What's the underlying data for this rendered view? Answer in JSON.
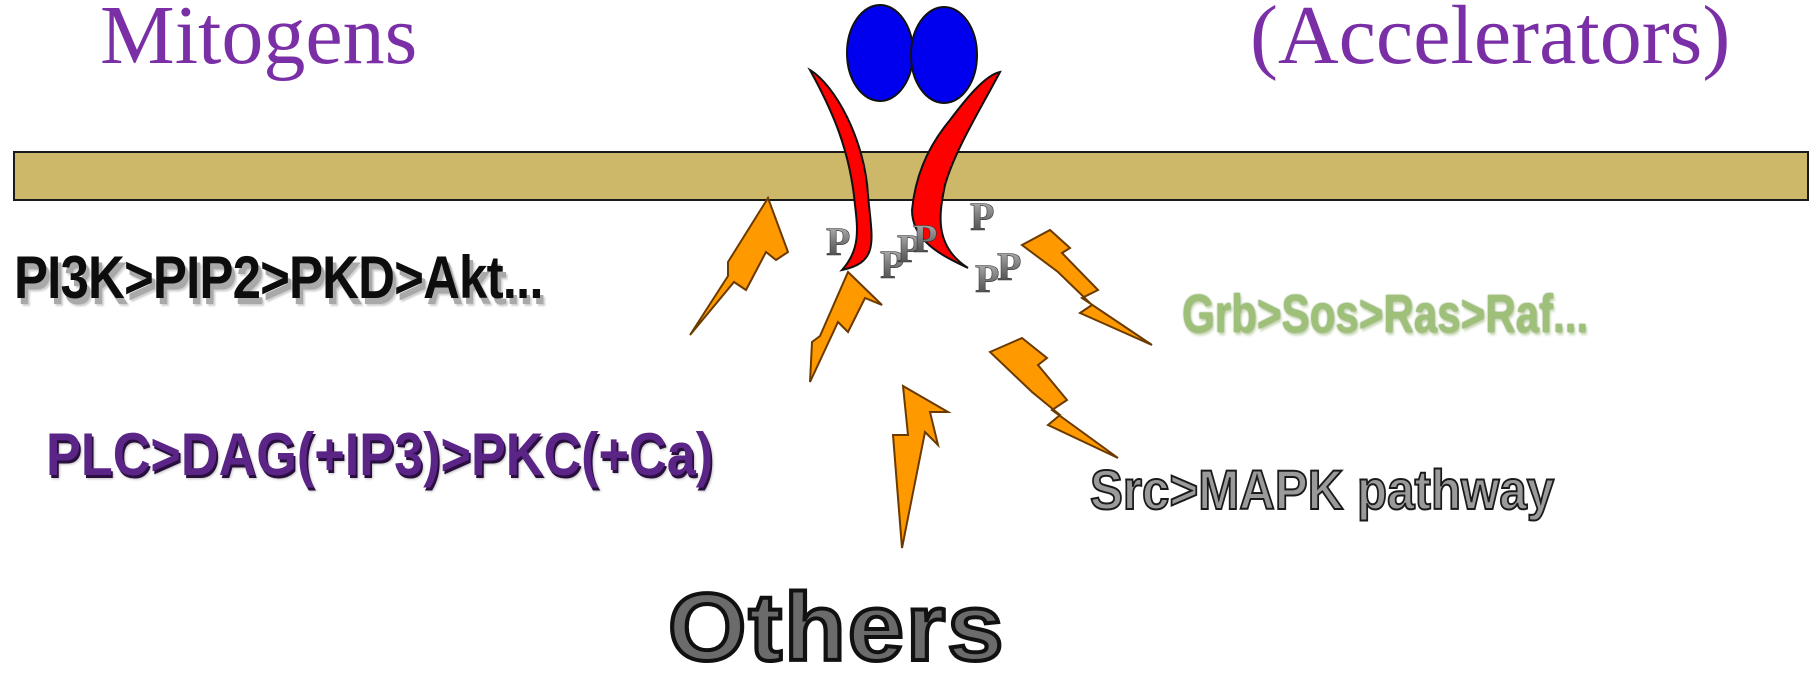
{
  "titles": {
    "left": "Mitogens",
    "right": "(Accelerators)"
  },
  "receptor": {
    "phospho_label": "P"
  },
  "pathways": {
    "pi3k": "PI3K>PIP2>PKD>Akt...",
    "plc": "PLC>DAG(+IP3)>PKC(+Ca)",
    "grb": "Grb>Sos>Ras>Raf...",
    "src": "Src>MAPK pathway",
    "others": "Others"
  },
  "colors": {
    "title": "#7b2fa6",
    "membrane": "#cdb86a",
    "receptor": "#ff0000",
    "ligand": "#0000ee",
    "lightning": "#ff9900"
  },
  "icons": {
    "signal": "lightning-bolt-icon"
  }
}
